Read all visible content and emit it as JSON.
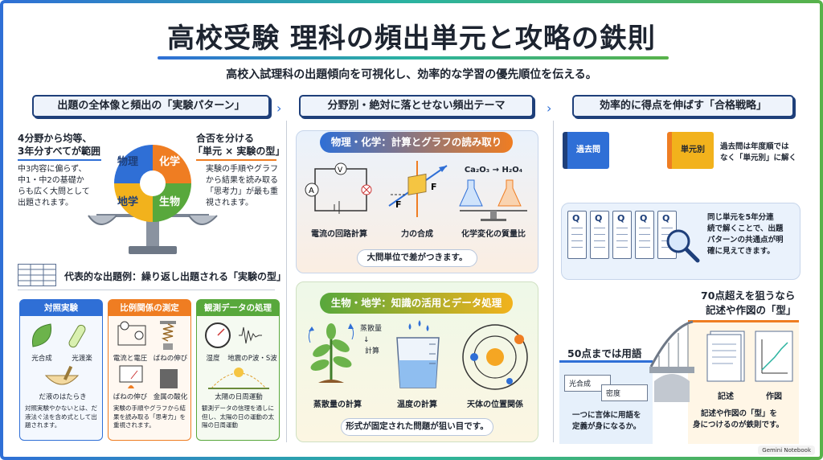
{
  "header": {
    "title": "高校受験 理科の頻出単元と攻略の鉄則",
    "subtitle": "高校入試理科の出題傾向を可視化し、効率的な学習の優先順位を伝える。"
  },
  "columns": {
    "left": "出題の全体像と頻出の「実験パターン」",
    "center": "分野別・絶対に落とせない頻出テーマ",
    "right": "効率的に得点を伸ばす「合格戦略」"
  },
  "left": {
    "point1_title_a": "4分野から均等、",
    "point1_title_b": "3年分すべてが範囲",
    "point1_body": [
      "中3内容に偏らず、",
      "中1・中2の基礎か",
      "らも広く大問として",
      "出題されます。"
    ],
    "point2_title_a": "合否を分ける",
    "point2_title_b": "「単元 × 実験の型」",
    "point2_body": [
      "実験の手順やグラフ",
      "から結果を読み取る",
      "「思考力」が最も重",
      "視されます。"
    ],
    "gear": {
      "physics": "物理",
      "chemistry": "化学",
      "earth": "地学",
      "biology": "生物"
    },
    "examples_title": "代表的な出題例：繰り返し出題される「実験の型」",
    "sub1": {
      "title": "対照実験",
      "cap1": "光合成",
      "cap2": "光渡楽",
      "cap3": "だ液のはたらき",
      "note": "対照実験やかないとは、だ液法ぐ法を含め式として出題されます。"
    },
    "sub2": {
      "title": "比例関係の測定",
      "cap1": "電流と電圧",
      "cap2": "ばねの伸び",
      "cap3": "ばねの伸び",
      "cap4": "金属の酸化",
      "note": "実験の手順やグラフから結果を読み取る「思考力」を重視されます。"
    },
    "sub3": {
      "title": "観測データの処理",
      "cap1": "湿度",
      "cap2": "地震のP波・S波",
      "cap3": "太陽の日周運動",
      "note": "観測データの信理を通しに但し、太陽の日の運動の太陽の日周運動"
    }
  },
  "center": {
    "panel1_title": "物理・化学：計算とグラフの読み取り",
    "cap_circuit": "電流の回路計算",
    "cap_force": "力の合成",
    "cap_chem": "化学変化の質量比",
    "formula": "Ca₂O₃ → H₂O₄",
    "pill1": "大問単位で差がつきます。",
    "panel2_title": "生物・地学：知識の活用とデータ処理",
    "cap_plant": "蒸散量の計算",
    "cap_temp": "温度の計算",
    "cap_astro": "天体の位置関係",
    "plant_label_a": "蒸散量",
    "plant_label_b": "計算",
    "pill2": "形式が固定された問題が狙い目です。"
  },
  "right": {
    "book1": "過去問",
    "book2": "単元別",
    "tip1": [
      "過去問は年度順では",
      "なく「単元別」に解く"
    ],
    "tip2": [
      "同じ単元を5年分連",
      "続で解くことで、出題",
      "パターンの共通点が明",
      "確に見えてきます。"
    ],
    "goal70_a": "70点超えを狙うなら",
    "goal70_b": "記述や作図の「型」",
    "goal50": "50点までは用語",
    "card1": "光合成",
    "card2": "密度",
    "tip3": [
      "一つに言体に用語を",
      "定義が身になるか。"
    ],
    "cap_write": "記述",
    "cap_draw": "作図",
    "tip4": [
      "記述や作図の「型」を",
      "身につけるのが鉄則です。"
    ]
  },
  "footer": {
    "brand": "Gemini Notebook"
  },
  "colors": {
    "navy": "#1e3f7a",
    "blue": "#2f6fd6",
    "orange": "#ef7d22",
    "green": "#58a83c",
    "yellow": "#f5c542"
  }
}
